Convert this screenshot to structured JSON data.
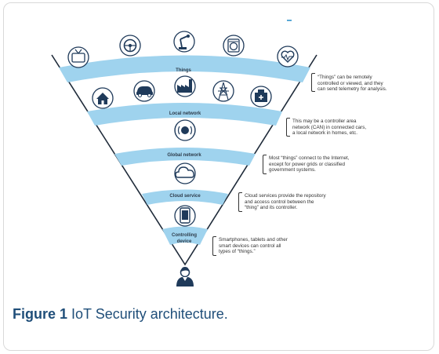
{
  "bands": {
    "things": "Things",
    "local_network": "Local network",
    "global_network": "Global network",
    "cloud_service": "Cloud service",
    "controlling_device_line1": "Controlling",
    "controlling_device_line2": "device"
  },
  "notes": {
    "things": "“Things” can be remotely\ncontrolled or viewed, and they\ncan send telemetry for analysis.",
    "local_network": "This may be a controller area\nnetwork (CAN) in connected cars,\na local network in homes, etc.",
    "global_network": "Most “things” connect to the Internet,\nexcept for power grids or classified\ngovernment systems.",
    "cloud_service": "Cloud services provide the repository\nand access control between the\n“thing” and its controller.",
    "controlling_device": "Smartphones, tablets and other\nsmart devices can control all\ntypes of “things.”"
  },
  "caption": {
    "label": "Figure 1",
    "text": "IoT Security architecture."
  },
  "colors": {
    "band": "#9fd3ee",
    "icon_stroke": "#1f3a5a",
    "outline": "#1f2b3a",
    "caption": "#1f4e79"
  },
  "icons": [
    "tv-icon",
    "steering-wheel-icon",
    "robot-arm-icon",
    "washing-machine-icon",
    "heart-monitor-icon",
    "house-icon",
    "car-icon",
    "factory-icon",
    "power-tower-icon",
    "hospital-icon",
    "globe-signal-icon",
    "cloud-icon",
    "smartphone-icon",
    "user-icon"
  ]
}
